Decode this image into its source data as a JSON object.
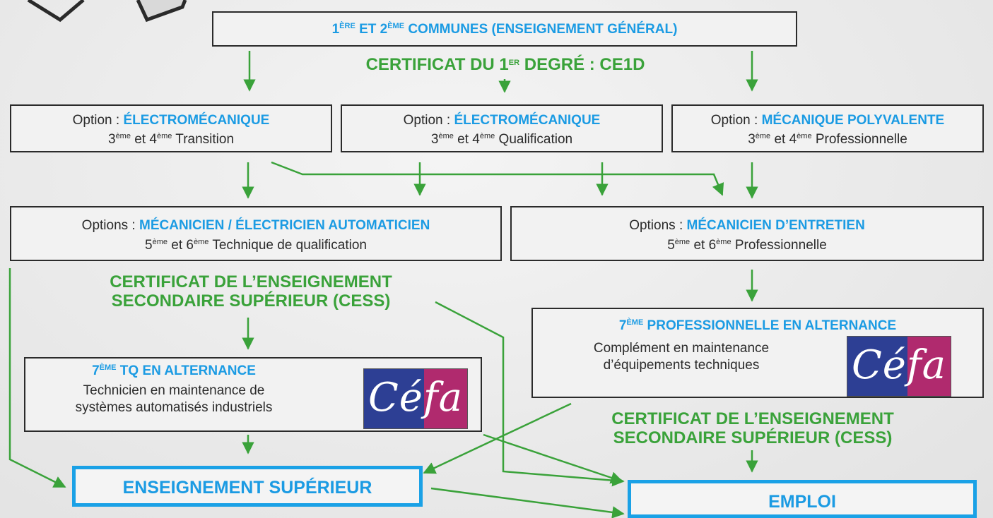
{
  "colors": {
    "blue": "#1b9be3",
    "green": "#3aa23a",
    "border": "#2b2b2b",
    "ceta_blue": "#2d3f94",
    "ceta_magenta": "#b02a6e"
  },
  "top_box": {
    "p1": "1",
    "sup1": "ÈRE",
    "p2": " ET 2",
    "sup2": "ÈME",
    "p3": " COMMUNES (ENSEIGNEMENT GÉNÉRAL)"
  },
  "cert1": {
    "p1": "CERTIFICAT DU 1",
    "sup": "ER",
    "p2": " DEGRÉ : CE1D"
  },
  "row2": [
    {
      "prefix": "Option : ",
      "name": "ÉLECTROMÉCANIQUE",
      "a": "3",
      "sa": "ème",
      "b": " et 4",
      "sb": "ème",
      "c": " Transition"
    },
    {
      "prefix": "Option : ",
      "name": "ÉLECTROMÉCANIQUE",
      "a": "3",
      "sa": "ème",
      "b": " et 4",
      "sb": "ème",
      "c": " Qualification"
    },
    {
      "prefix": "Option : ",
      "name": "MÉCANIQUE POLYVALENTE",
      "a": "3",
      "sa": "ème",
      "b": " et 4",
      "sb": "ème",
      "c": " Professionnelle"
    }
  ],
  "row3": [
    {
      "prefix": "Options : ",
      "name": "MÉCANICIEN / ÉLECTRICIEN AUTOMATICIEN",
      "a": "5",
      "sa": "ème",
      "b": " et 6",
      "sb": "ème",
      "c": " Technique de qualification"
    },
    {
      "prefix": "Options : ",
      "name": "MÉCANICIEN D’ENTRETIEN",
      "a": "5",
      "sa": "ème",
      "b": " et 6",
      "sb": "ème",
      "c": " Professionnelle"
    }
  ],
  "cess_left": {
    "l1": "CERTIFICAT DE L’ENSEIGNEMENT",
    "l2": "SECONDAIRE SUPÉRIEUR (CESS)"
  },
  "cess_right": {
    "l1": "CERTIFICAT DE L’ENSEIGNEMENT",
    "l2": "SECONDAIRE SUPÉRIEUR (CESS)"
  },
  "box_7tq": {
    "n": "7",
    "sup": "ÈME",
    "title": " TQ EN ALTERNANCE",
    "l1": "Technicien en maintenance de",
    "l2": "systèmes automatisés industriels"
  },
  "box_7p": {
    "n": "7",
    "sup": "ÈME",
    "title": " PROFESSIONNELLE EN ALTERNANCE",
    "l1": "Complément en maintenance",
    "l2": "d’équipements techniques"
  },
  "logo_text": "Céfa",
  "sup_box": "ENSEIGNEMENT SUPÉRIEUR",
  "emploi_box": "EMPLOI"
}
